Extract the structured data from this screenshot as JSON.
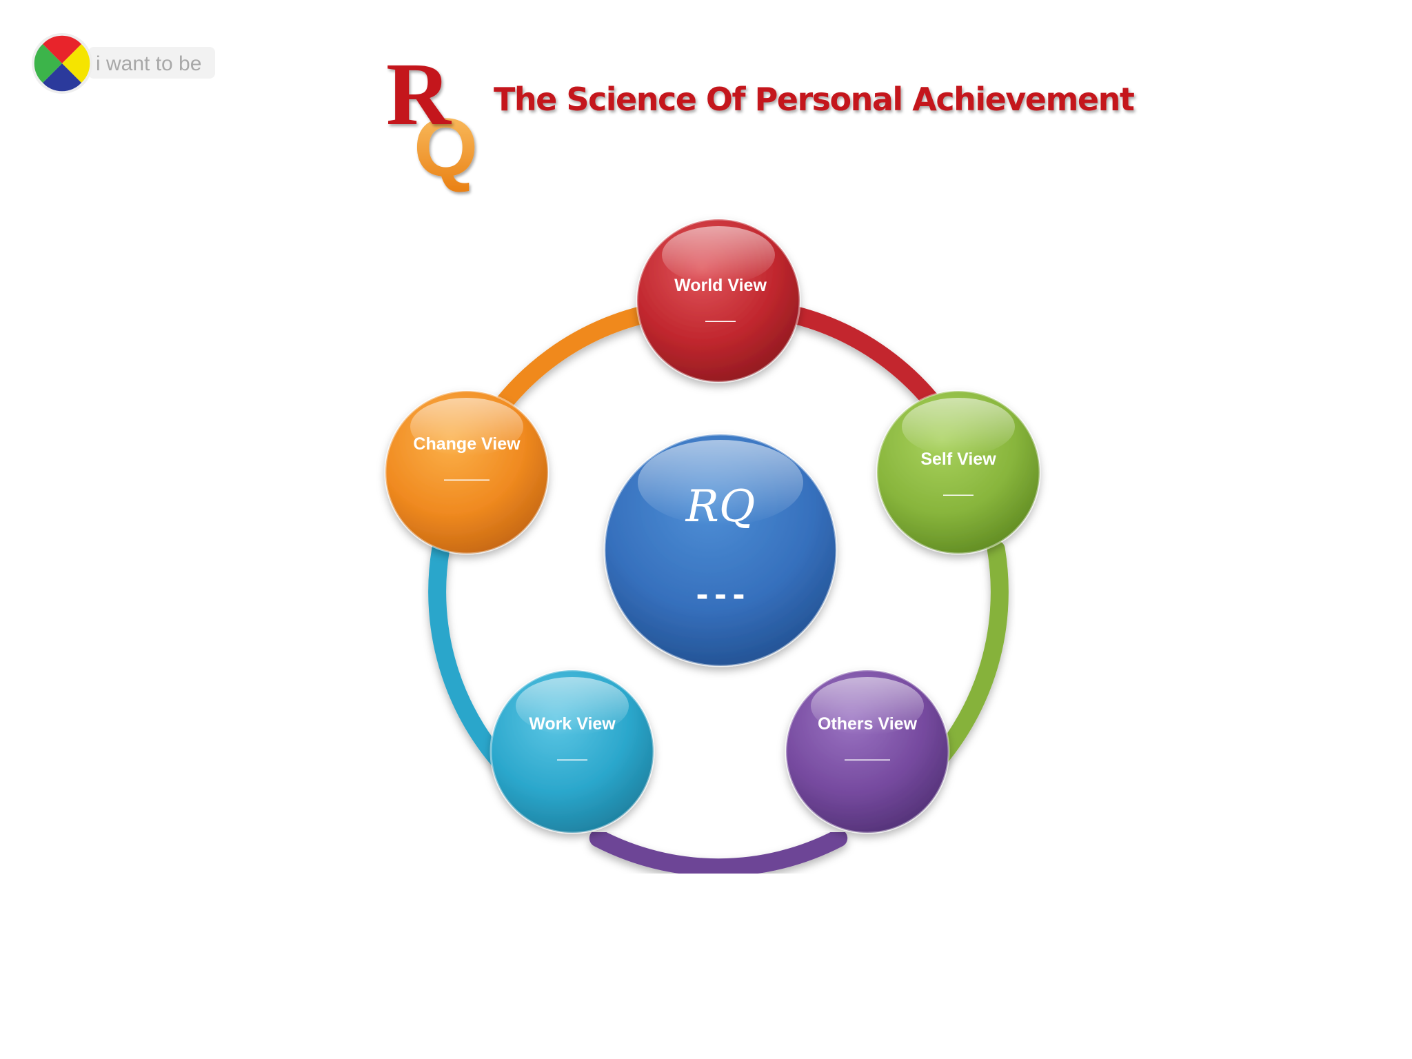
{
  "brand": {
    "label": "i want to be",
    "icon": "four-color-x-logo",
    "colors": [
      "#e8242b",
      "#f5e400",
      "#2b3a9c",
      "#3cb44a"
    ]
  },
  "header": {
    "logo_r": "R",
    "logo_q": "Q",
    "title": "The Science Of Personal Achievement"
  },
  "diagram": {
    "center": {
      "label": "RQ",
      "sub": "---",
      "color": "#3a76c4"
    },
    "nodes": [
      {
        "label": "World View",
        "sub": "——",
        "color": "#c9333a"
      },
      {
        "label": "Self View",
        "sub": "——",
        "color": "#8bba3f"
      },
      {
        "label": "Others View",
        "sub": "———",
        "color": "#7b4ea4"
      },
      {
        "label": "Work View",
        "sub": "——",
        "color": "#2eaad0"
      },
      {
        "label": "Change View",
        "sub": "———",
        "color": "#f18a22"
      }
    ]
  }
}
